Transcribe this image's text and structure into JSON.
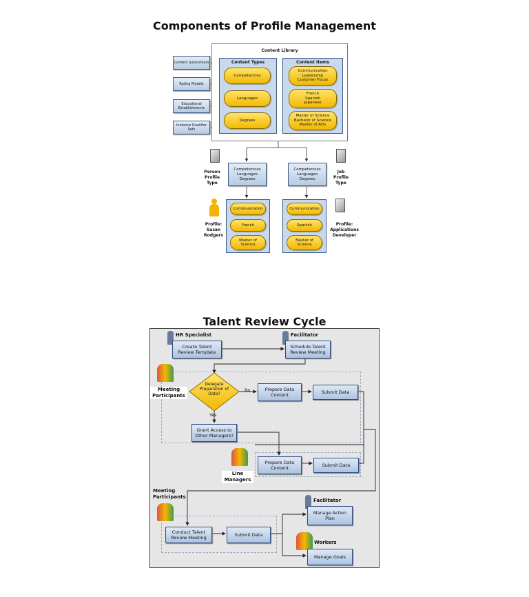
{
  "diagram1": {
    "title": "Components of Profile Management",
    "library_title": "Content Library",
    "sources": [
      "Content Subscribers",
      "Rating Models",
      "Educational Establishments",
      "Instance Qualifier Sets"
    ],
    "content_types_title": "Content Types",
    "content_types": [
      "Competencies",
      "Languages",
      "Degrees"
    ],
    "content_items_title": "Content Items",
    "content_items": [
      "Communication\nLeadership\nCustomer Focus",
      "French\nSpanish\nJapanese",
      "Master of Science\nBachelor of Science\nMaster of Arts"
    ],
    "person_type_label": "Person\nProfile\nType",
    "job_type_label": "Job\nProfile\nType",
    "person_type_box": "Competencies\nLanguages\nDegrees",
    "job_type_box": "Competencies\nLanguages\nDegrees",
    "person_profile_label": "Profile:\nSusan\nRodgers",
    "job_profile_label": "Profile:\nApplications\nDeveloper",
    "person_items": [
      "Communication",
      "French",
      "Master of\nScience"
    ],
    "job_items": [
      "Communication",
      "Spanish",
      "Master of\nScience"
    ]
  },
  "diagram2": {
    "title": "Talent Review Cycle",
    "hr_specialist": "HR Specialist",
    "facilitator_top": "Facilitator",
    "create_template": "Create Talent\nReview Template",
    "schedule_meeting": "Schedule Talent\nReview Meeting",
    "meeting_participants_1": "Meeting\nParticipants",
    "decision": "Delegate\nPreparation of\nData?",
    "no_label": "No",
    "yes_label": "Yes",
    "prepare_data_1": "Prepare Data\nContent",
    "submit_data_1": "Submit Data",
    "grant_access": "Grant Access to\nOther Managers?",
    "line_managers": "Line\nManagers",
    "prepare_data_2": "Prepare Data\nContent",
    "submit_data_2": "Submit Data",
    "meeting_participants_2": "Meeting\nParticipants",
    "conduct_meeting": "Conduct Talent\nReview Meeting",
    "submit_data_3": "Submit Data",
    "facilitator_bottom": "Facilitator",
    "manage_action_plan": "Manage Action\nPlan",
    "workers": "Workers",
    "manage_goals": "Manage Goals"
  }
}
